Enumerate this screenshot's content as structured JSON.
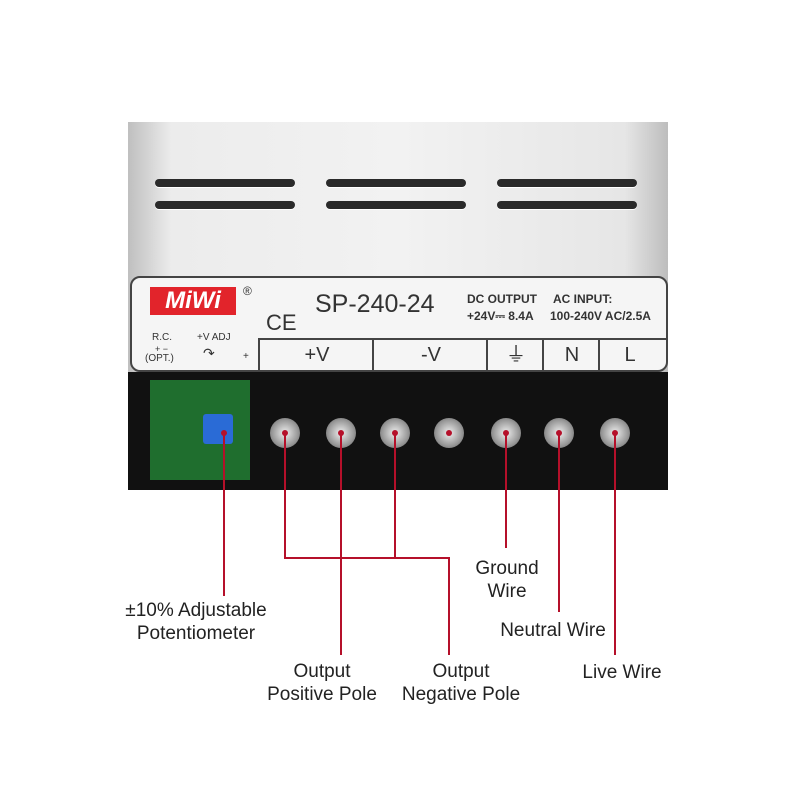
{
  "product": {
    "brand": "MiWi",
    "model": "SP-240-24",
    "output_label": "DC OUTPUT",
    "output_value": "+24V⎓ 8.4A",
    "input_label": "AC  INPUT:",
    "input_value": "100-240V AC/2.5A",
    "ce": "CE",
    "rc": "R.C.",
    "rc_pm": "+  −",
    "opt": "(OPT.)",
    "vadj": "+V ADJ",
    "vadj_plus": "+",
    "registered": "®"
  },
  "terminals": [
    "+V",
    "-V",
    "⏚",
    "N",
    "L"
  ],
  "annotations": {
    "potentiometer": [
      "±10% Adjustable",
      "Potentiometer"
    ],
    "positive": [
      "Output",
      "Positive Pole"
    ],
    "negative": [
      "Output",
      "Negative Pole"
    ],
    "ground": [
      "Ground",
      "Wire"
    ],
    "neutral": "Neutral Wire",
    "live": "Live Wire"
  },
  "colors": {
    "annotation_line": "#b5102a",
    "logo": "#e2242b"
  }
}
